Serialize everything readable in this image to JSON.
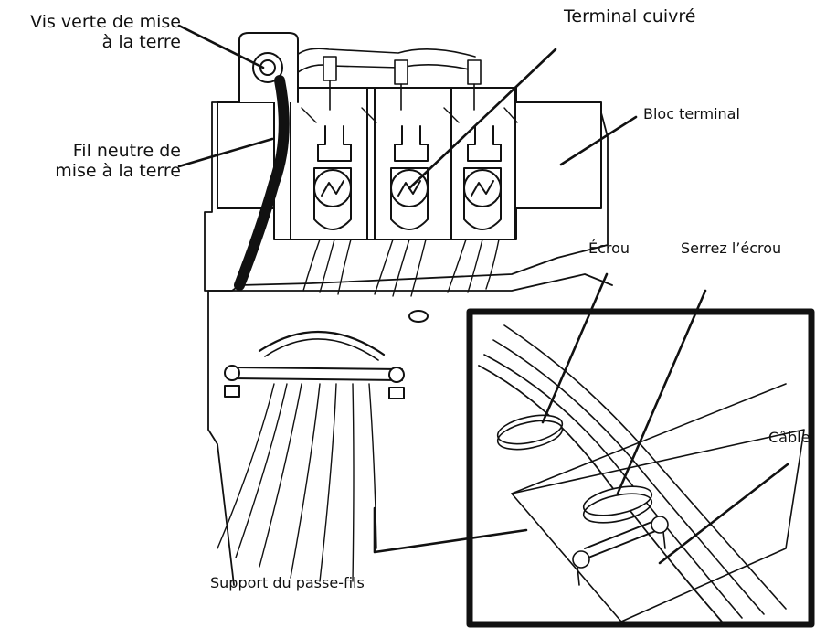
{
  "labels": {
    "ground_screw_line1": "Vis verte de mise",
    "ground_screw_line2": "à la terre",
    "neutral_wire_line1": "Fil neutre de",
    "neutral_wire_line2": "mise à la terre",
    "copper_terminal": "Terminal cuivré",
    "terminal_block": "Bloc terminal",
    "nut": "Écrou",
    "tighten_nut": "Serrez l’écrou",
    "cable": "Câble",
    "grommet_support": "Support du passe-fils"
  },
  "colors": {
    "ink": "#111111",
    "paper": "#ffffff",
    "shade": "#d9d9d9"
  }
}
